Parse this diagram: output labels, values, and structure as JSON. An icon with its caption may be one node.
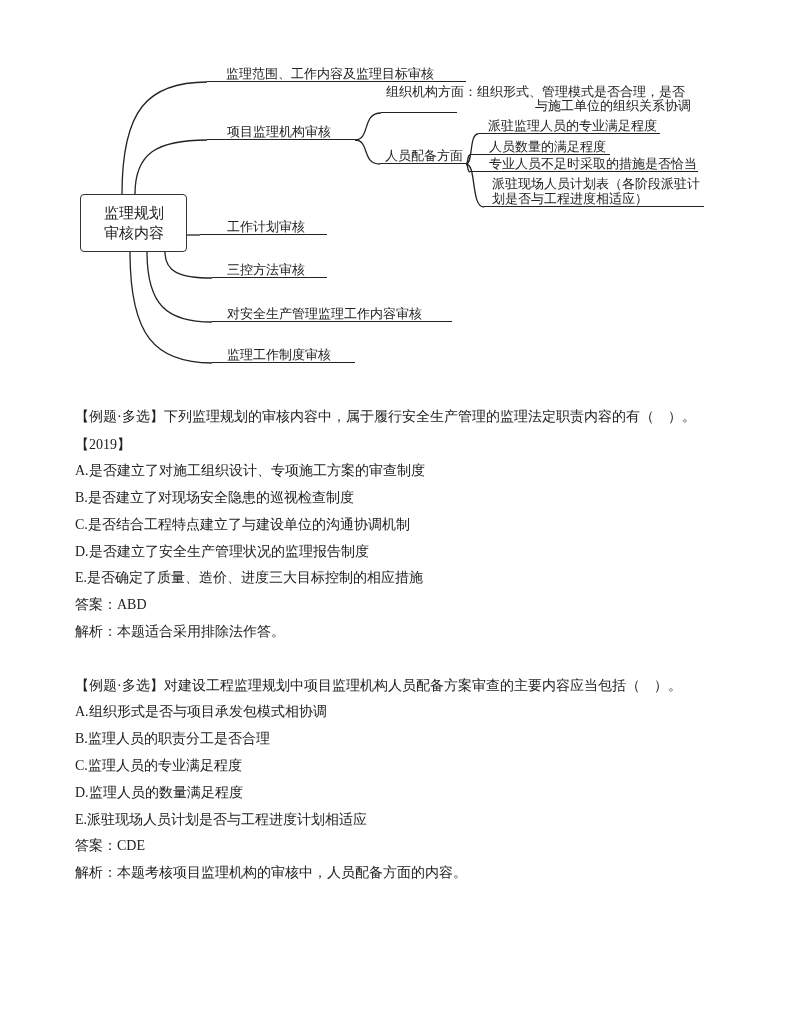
{
  "diagram": {
    "nodes": [
      {
        "text": [
          "监理规划审核内容"
        ]
      },
      {
        "text": [
          "监理范围、工作内容及监理目标审核"
        ]
      },
      {
        "text": [
          "项目监理机构审核"
        ]
      },
      {
        "text": [
          "组织机构方面：组织形式、管理模式是否合理，是否与施工单位的组织关系协调"
        ]
      },
      {
        "text": [
          "人员配备方面"
        ]
      },
      {
        "text": [
          "派驻监理人员的专业满足程度"
        ]
      },
      {
        "text": [
          "人员数量的满足程度"
        ]
      },
      {
        "text": [
          "专业人员不足时采取的措施是否恰当"
        ]
      },
      {
        "text": [
          "派驻现场人员计划表（各阶段派驻计划是否与工程进度相适应）"
        ]
      },
      {
        "text": [
          "工作计划审核"
        ]
      },
      {
        "text": [
          "三控方法审核"
        ]
      },
      {
        "text": [
          "对安全生产管理监理工作内容审核"
        ]
      },
      {
        "text": [
          "监理工作制度审核"
        ]
      }
    ],
    "edges": [
      {
        "from": 0,
        "to": 1,
        "arrow": "none"
      },
      {
        "from": 0,
        "to": 2,
        "arrow": "none"
      },
      {
        "from": 0,
        "to": 9,
        "arrow": "none"
      },
      {
        "from": 0,
        "to": 10,
        "arrow": "none"
      },
      {
        "from": 0,
        "to": 11,
        "arrow": "none"
      },
      {
        "from": 0,
        "to": 12,
        "arrow": "none"
      },
      {
        "from": 2,
        "to": 3,
        "arrow": "none"
      },
      {
        "from": 2,
        "to": 4,
        "arrow": "none"
      },
      {
        "from": 4,
        "to": 5,
        "arrow": "none"
      },
      {
        "from": 4,
        "to": 6,
        "arrow": "none"
      },
      {
        "from": 4,
        "to": 7,
        "arrow": "none"
      },
      {
        "from": 4,
        "to": 8,
        "arrow": "none"
      }
    ],
    "labels": [
      "【例题·多选】下列监理规划的审核内容中，属于履行安全生产管理的监理法定职责内容的有（　）。",
      "【2019】",
      "A.是否建立了对施工组织设计、专项施工方案的审查制度",
      "B.是否建立了对现场安全隐患的巡视检查制度",
      "C.是否结合工程特点建立了与建设单位的沟通协调机制",
      "D.是否建立了安全生产管理状况的监理报告制度",
      "E.是否确定了质量、造价、进度三大目标控制的相应措施",
      "答案：ABD",
      "解析：本题适合采用排除法作答。",
      "【例题·多选】对建设工程监理规划中项目监理机构人员配备方案审查的主要内容应当包括（　）。",
      "A.组织形式是否与项目承发包模式相协调",
      "B.监理人员的职责分工是否合理",
      "C.监理人员的专业满足程度",
      "D.监理人员的数量满足程度",
      "E.派驻现场人员计划是否与工程进度计划相适应",
      "答案：CDE",
      "解析：本题考核项目监理机构的审核中，人员配备方面的内容。"
    ]
  }
}
